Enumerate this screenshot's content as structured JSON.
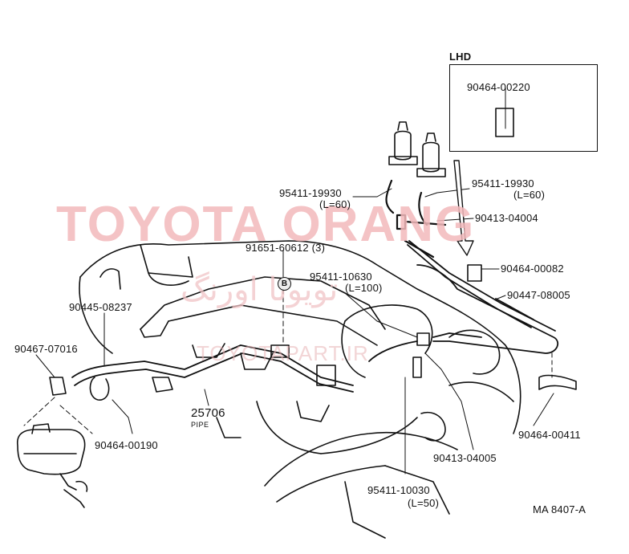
{
  "watermark": {
    "main": "TOYOTA ORANG",
    "arabic": "تويوتا اورنگ",
    "url": "TOYOTAPART.IR"
  },
  "lhd": {
    "title": "LHD",
    "part": "90464-00220"
  },
  "labels": {
    "p1": "95411-19930",
    "p1_len": "(L=60)",
    "p2": "95411-19930",
    "p2_len": "(L=60)",
    "p3": "90413-04004",
    "p4": "91651-60612 (3)",
    "p5": "90464-00082",
    "p6": "95411-10630",
    "p6_len": "(L=100)",
    "p7": "90447-08005",
    "p8": "90445-08237",
    "p9": "90467-07016",
    "p10": "25706",
    "p10_sub": "PIPE",
    "p11": "90464-00190",
    "p12": "90464-00411",
    "p13": "90413-04005",
    "p14": "95411-10030",
    "p14_len": "(L=50)",
    "ref": "MA 8407-A",
    "b_marker": "B"
  }
}
